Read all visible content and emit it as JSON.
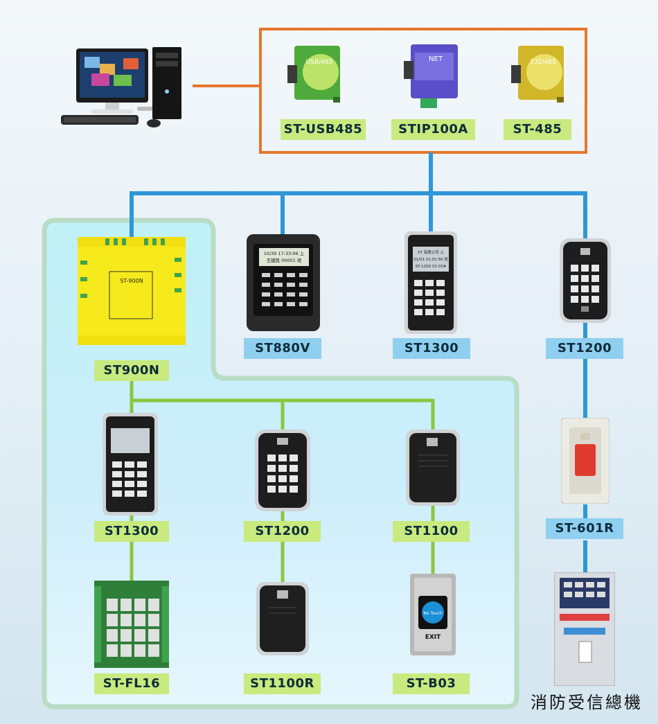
{
  "labels": {
    "usb485": "ST-USB485",
    "stip100a": "STIP100A",
    "st485": "ST-485",
    "st880v": "ST880V",
    "st1300_top": "ST1300",
    "st1200_top": "ST1200",
    "st900n": "ST900N",
    "st1300_bottom": "ST1300",
    "st1200_bottom": "ST1200",
    "st1100": "ST1100",
    "st601r": "ST-601R",
    "stfl16": "ST-FL16",
    "st1100r": "ST1100R",
    "stb03": "ST-B03"
  },
  "caption": "消防受信總機",
  "device_text": {
    "converter_usb": "USB/485",
    "converter_net": "NET",
    "converter_232": "232/485",
    "controller_name": "ST-900N",
    "lcd_time_line": "10/30 17:33:06 上",
    "lcd_user_line": "王建民  00001 班",
    "lcd_st_line1": "ST  有限公司 上",
    "lcd_st_line2": "01/01 01:01:56 班",
    "lcd_st_line3": "ST-1200 V1.03#",
    "exit_text": "EXIT",
    "no_touch_text": "No Touch"
  },
  "colors": {
    "frame_orange": "#e8762a",
    "line_blue": "#2f96d8",
    "line_green": "#8cc63f",
    "label_green": "#c8ea7e",
    "label_blue": "#8fd0f1",
    "panel_border": "#b9dcc4",
    "controller_yellow": "#f6ea1c"
  },
  "icons": [
    "computer-icon",
    "converter-icon",
    "controller-board-icon",
    "keypad-reader-icon",
    "card-reader-icon",
    "exit-button-icon",
    "relay-board-icon",
    "fire-alarm-panel-icon",
    "emergency-button-icon"
  ]
}
